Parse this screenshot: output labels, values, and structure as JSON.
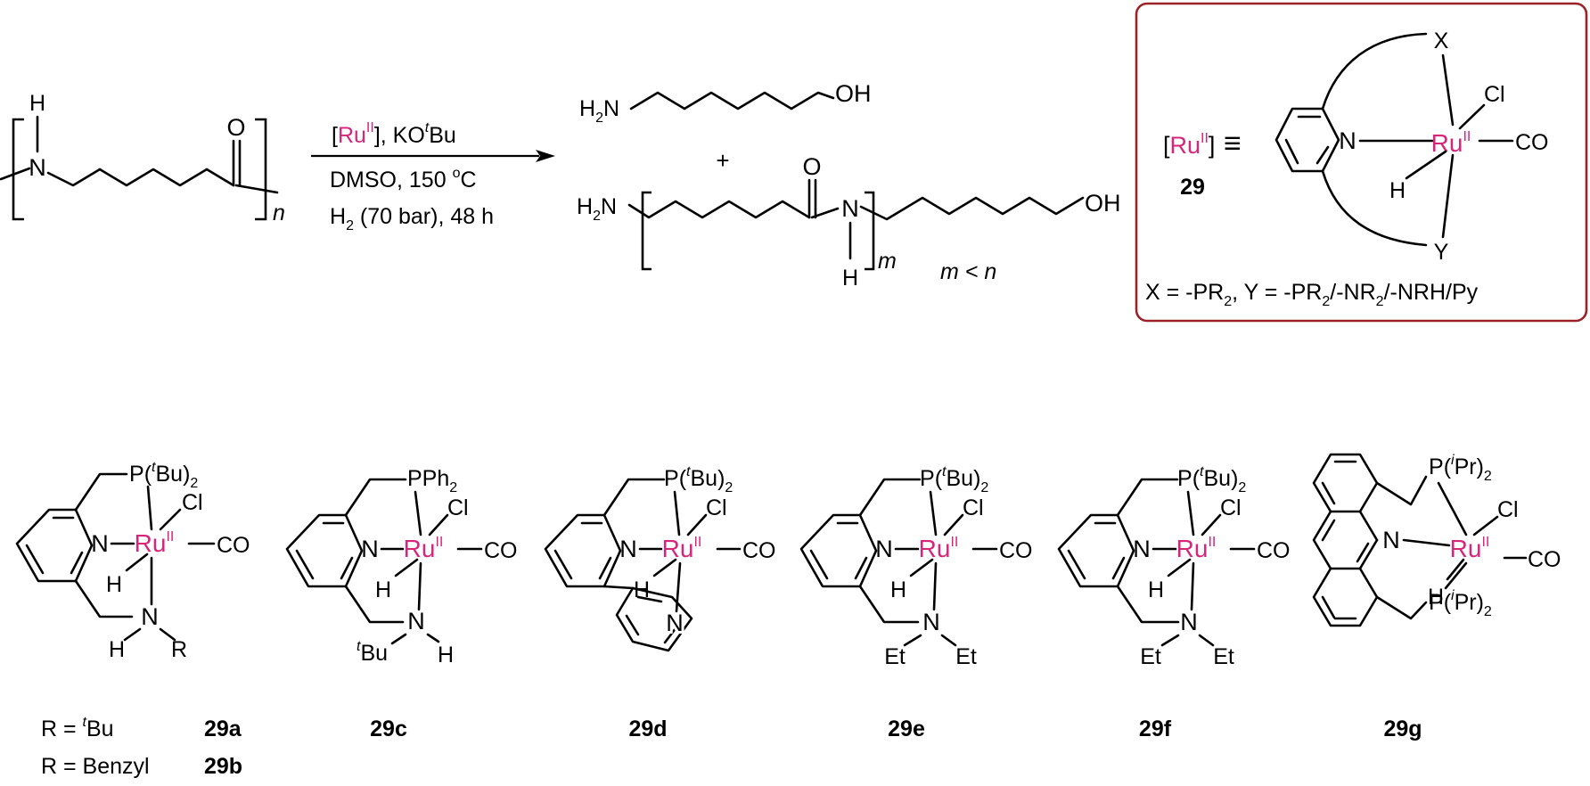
{
  "colors": {
    "ru": "#d6257a",
    "box_border": "#9b2226",
    "bond": "#000000"
  },
  "atoms": {
    "H": "H",
    "N": "N",
    "O": "O",
    "OH": "OH",
    "H2N_H": "H",
    "H2N_sub": "2",
    "H2N_N": "N",
    "Ru": "Ru",
    "Ru_ox": "II",
    "Cl": "Cl",
    "CO": "CO",
    "X": "X",
    "Y": "Y",
    "P": "P",
    "paren_open": "(",
    "tBu_t": "t",
    "tBu_Bu": "Bu",
    "paren_close": ")",
    "sub2": "2",
    "PPh": "PPh",
    "iPr_i": "i",
    "iPr_Pr": "Pr",
    "Et": "Et",
    "R": "R"
  },
  "labels": {
    "repeat_n": "n",
    "repeat_m": "m",
    "plus": "+",
    "m_less_n": "m < n",
    "equiv": "≡"
  },
  "reaction": {
    "catalyst_open": "[",
    "catalyst_close": "],",
    "base_prefix": " KO",
    "base_t": "t",
    "base_suffix": "Bu",
    "solvent_temp": "DMSO, 150 ",
    "temp_o": "o",
    "temp_C": "C",
    "h2_prefix": "H",
    "h2_sub": "2",
    "h2_rest": " (70 bar), 48 h"
  },
  "box": {
    "bracket_open": "[",
    "bracket_close": "]",
    "compound": "29",
    "legend_x": "X = -PR",
    "legend_sub1": "2",
    "legend_y": ", Y = -PR",
    "legend_sub2": "2",
    "legend_nr": "/-NR",
    "legend_sub3": "2",
    "legend_end": "/-NRH/Py"
  },
  "compounds": [
    {
      "id": "29a",
      "label": "29a"
    },
    {
      "id": "29b",
      "label": "29b"
    },
    {
      "id": "29c",
      "label": "29c"
    },
    {
      "id": "29d",
      "label": "29d"
    },
    {
      "id": "29e",
      "label": "29e"
    },
    {
      "id": "29f",
      "label": "29f"
    },
    {
      "id": "29g",
      "label": "29g"
    }
  ],
  "r_groups": {
    "r_eq": "R = ",
    "tBu_t": "t",
    "tBu_Bu": "Bu",
    "benzyl": "R = Benzyl"
  }
}
